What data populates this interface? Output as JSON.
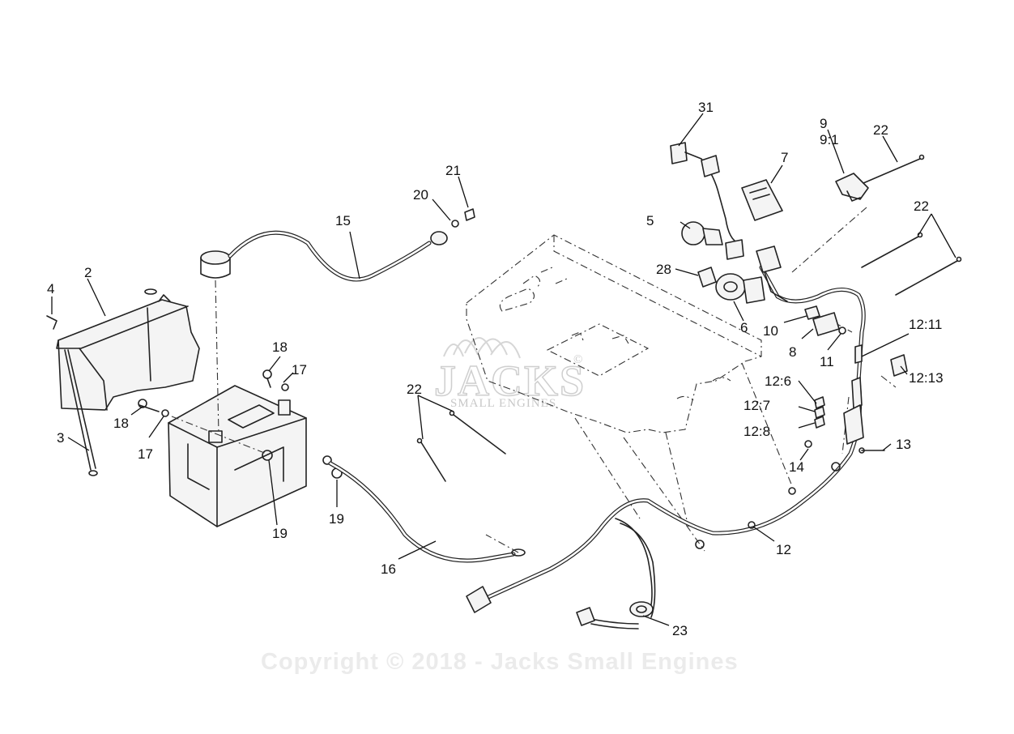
{
  "watermark": {
    "logo_text": "JACKS",
    "logo_sub": "SMALL ENGINES",
    "logo_mark": "©",
    "copyright": "Copyright © 2018 - Jacks Small Engines"
  },
  "callouts": {
    "c2": "2",
    "c3": "3",
    "c4": "4",
    "c5": "5",
    "c6": "6",
    "c7": "7",
    "c8": "8",
    "c9": "9",
    "c9_1": "9:1",
    "c10": "10",
    "c11": "11",
    "c12": "12",
    "c12_6": "12:6",
    "c12_7": "12:7",
    "c12_8": "12:8",
    "c12_11": "12:11",
    "c12_13": "12:13",
    "c13": "13",
    "c14": "14",
    "c15": "15",
    "c16": "16",
    "c17a": "17",
    "c17b": "17",
    "c18a": "18",
    "c18b": "18",
    "c19a": "19",
    "c19b": "19",
    "c20": "20",
    "c21": "21",
    "c22a": "22",
    "c22b": "22",
    "c22c": "22",
    "c23": "23",
    "c28": "28",
    "c31": "31"
  }
}
